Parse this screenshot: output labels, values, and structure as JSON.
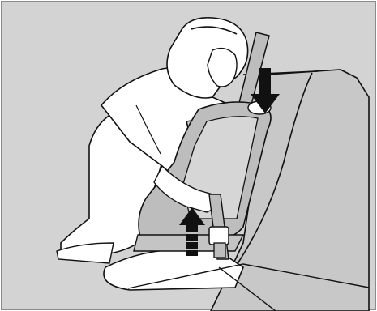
{
  "illustration": {
    "subject": "person-installing-child-seat",
    "colors": {
      "background": "#d3d3d3",
      "frame": "#8a8a8a",
      "line": "#111111",
      "fill": "#ffffff",
      "seat": "#bdbdbd",
      "arrow": "#111111"
    },
    "arrows": [
      {
        "name": "push-down-arrow",
        "direction": "down"
      },
      {
        "name": "pull-up-arrow",
        "direction": "up"
      }
    ]
  }
}
